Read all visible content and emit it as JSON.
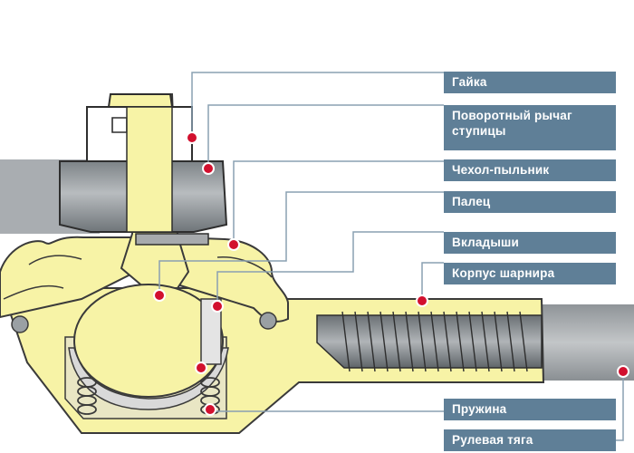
{
  "labels": {
    "nut": "Гайка",
    "hub_lever_line1": "Поворотный рычаг",
    "hub_lever_line2": "ступицы",
    "dust_boot": "Чехол-пыльник",
    "pin": "Палец",
    "liners": "Вкладыши",
    "joint_housing": "Корпус шарнира",
    "spring": "Пружина",
    "tie_rod": "Рулевая тяга"
  },
  "colors": {
    "label_bg": "#5f7f97",
    "label_text": "#ffffff",
    "leader_line": "#8aa0b2",
    "marker": "#d2102e",
    "pin_yellow": "#f7f3a6",
    "steel_gray": "#8e9498",
    "rod_gray": "#a9adb1"
  }
}
